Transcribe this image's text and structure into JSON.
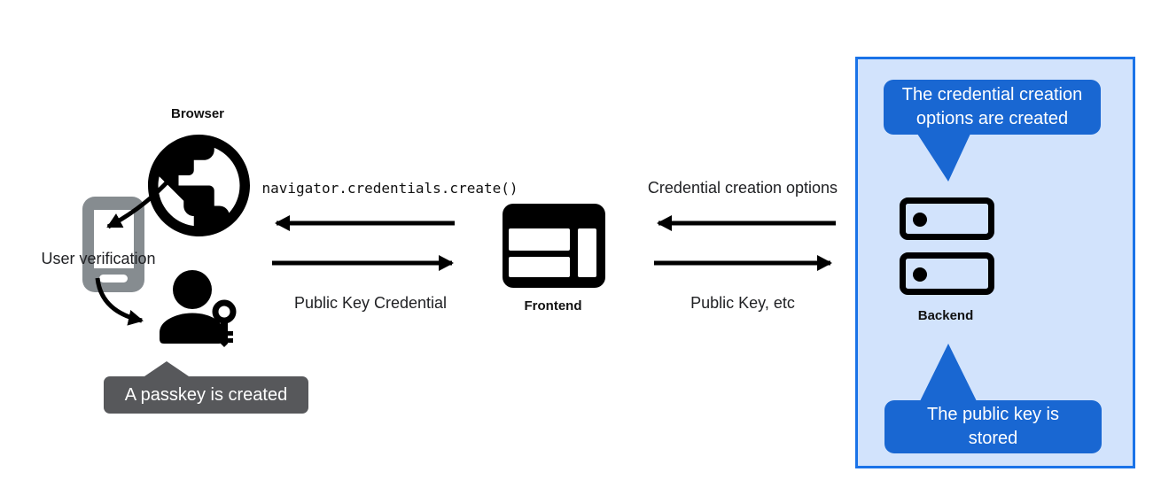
{
  "colors": {
    "panel_border": "#1a73e8",
    "panel_bg": "#d2e3fc",
    "bubble_blue": "#1967d2",
    "tooltip_gray": "#57585b",
    "phone_gray": "#868c90",
    "ink": "#202124",
    "white": "#ffffff"
  },
  "left": {
    "browser_label": "Browser",
    "user_verification_label": "User verification",
    "passkey_tooltip": "A passkey is created"
  },
  "flow_browser_frontend": {
    "to_browser_label": "navigator.credentials.create()",
    "to_frontend_label": "Public Key Credential"
  },
  "frontend": {
    "label": "Frontend"
  },
  "flow_frontend_backend": {
    "to_frontend_label": "Credential creation options",
    "to_backend_label": "Public Key, etc"
  },
  "backend_panel": {
    "backend_label": "Backend",
    "top_bubble_lines": [
      "The credential creation",
      "options are created"
    ],
    "bottom_bubble_lines": [
      "The public key is",
      "stored"
    ]
  },
  "icons": [
    "globe-icon",
    "smartphone-icon",
    "person-key-icon",
    "browser-window-icon",
    "server-icon"
  ]
}
